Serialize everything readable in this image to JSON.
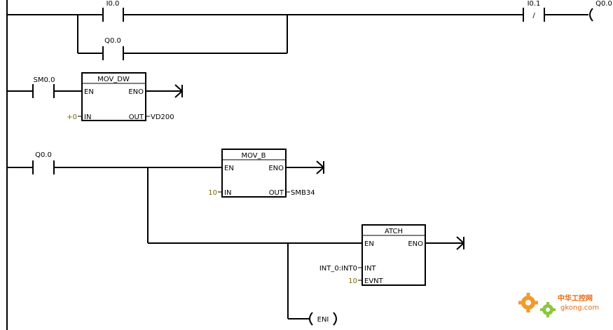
{
  "colors": {
    "wire": "#000000",
    "constant": "#7a6a00",
    "brand": "#e46a0e",
    "brand_green": "#8cc63f"
  },
  "network1": {
    "contact_i00": "I0.0",
    "contact_q00_branch": "Q0.0",
    "contact_i01": "I0.1",
    "contact_i01_symbol": "/",
    "coil_q00": "Q0.0"
  },
  "network2": {
    "contact_sm00": "SM0.0",
    "box": {
      "title": "MOV_DW",
      "en": "EN",
      "eno": "ENO",
      "in_pin": "IN",
      "out_pin": "OUT",
      "in_value": "+0",
      "out_value": "VD200"
    }
  },
  "network3": {
    "contact_q00": "Q0.0",
    "mov_b": {
      "title": "MOV_B",
      "en": "EN",
      "eno": "ENO",
      "in_pin": "IN",
      "out_pin": "OUT",
      "in_value": "10",
      "out_value": "SMB34"
    },
    "atch": {
      "title": "ATCH",
      "en": "EN",
      "eno": "ENO",
      "int_pin": "INT",
      "evnt_pin": "EVNT",
      "int_value": "INT_0:INT0",
      "evnt_value": "10"
    },
    "eni_coil": "ENI"
  },
  "watermark": {
    "name": "中华工控网",
    "url": "gkong.com"
  }
}
